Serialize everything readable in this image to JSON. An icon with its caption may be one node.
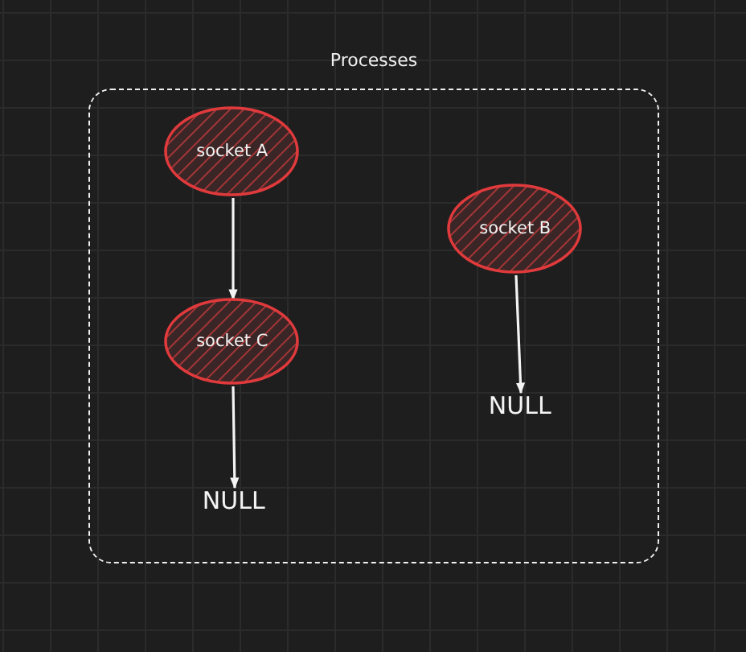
{
  "diagram": {
    "nodes": [
      {
        "text": [
          "Processes"
        ]
      },
      {
        "text": [
          "socket A"
        ],
        "in": 0
      },
      {
        "text": [
          "socket C"
        ],
        "in": 0
      },
      {
        "text": [
          "NULL"
        ],
        "in": 0
      },
      {
        "text": [
          "socket B"
        ],
        "in": 0
      },
      {
        "text": [
          "NULL"
        ],
        "in": 0
      }
    ],
    "edges": [
      {
        "from": 1,
        "to": 2,
        "arrow": "to"
      },
      {
        "from": 2,
        "to": 3,
        "arrow": "to"
      },
      {
        "from": 4,
        "to": 5,
        "arrow": "to"
      }
    ]
  }
}
